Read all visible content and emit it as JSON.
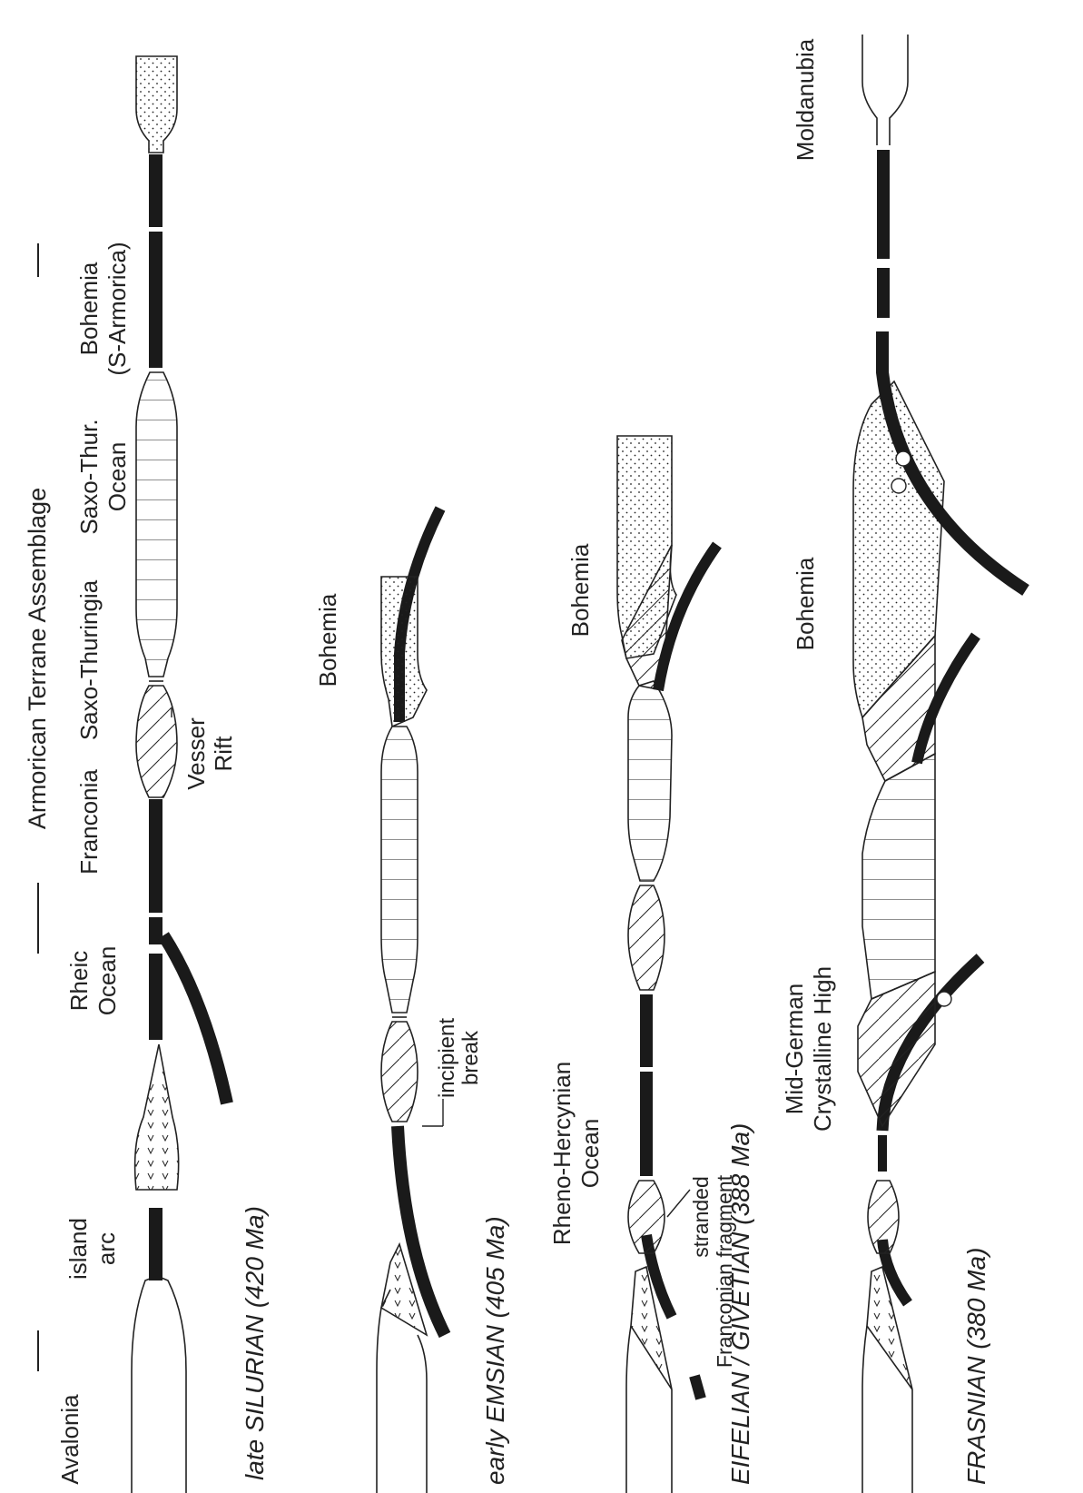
{
  "header": {
    "assemblage": "Armorican Terrane Assemblage"
  },
  "panels": [
    {
      "id": "silurian",
      "stage_prefix": "late",
      "stage": "SILURIAN",
      "age": "(420 Ma)",
      "labels": {
        "avalonia": "Avalonia",
        "island_arc_1": "island",
        "island_arc_2": "arc",
        "rheic_1": "Rheic",
        "rheic_2": "Ocean",
        "franconia": "Franconia",
        "saxo_thuringia": "Saxo-Thuringia",
        "vesser_1": "Vesser",
        "vesser_2": "Rift",
        "saxo_thur_ocean_1": "Saxo-Thur.",
        "saxo_thur_ocean_2": "Ocean",
        "bohemia_1": "Bohemia",
        "bohemia_2": "(S-Armorica)"
      }
    },
    {
      "id": "emsian",
      "stage_prefix": "early",
      "stage": "EMSIAN",
      "age": "(405 Ma)",
      "labels": {
        "incipient_1": "incipient",
        "incipient_2": "break",
        "bohemia": "Bohemia"
      }
    },
    {
      "id": "eifelian",
      "stage": "EIFELIAN / GIVETIAN",
      "age": "(388 Ma)",
      "labels": {
        "rheno_1": "Rheno-Hercynian",
        "rheno_2": "Ocean",
        "stranded_1": "stranded",
        "stranded_2": "Franconian fragment",
        "bohemia": "Bohemia"
      }
    },
    {
      "id": "frasnian",
      "stage": "FRASNIAN",
      "age": "(380 Ma)",
      "labels": {
        "mgch_1": "Mid-German",
        "mgch_2": "Crystalline High",
        "bohemia": "Bohemia",
        "moldanubia": "Moldanubia"
      }
    }
  ],
  "colors": {
    "ink": "#222222",
    "plate": "#1a1a1a",
    "paper": "#ffffff"
  },
  "patterns": [
    "stipple-bohemia",
    "horizontal-saxo-thuringia",
    "diagonal-franconia",
    "arc-volcanic"
  ]
}
